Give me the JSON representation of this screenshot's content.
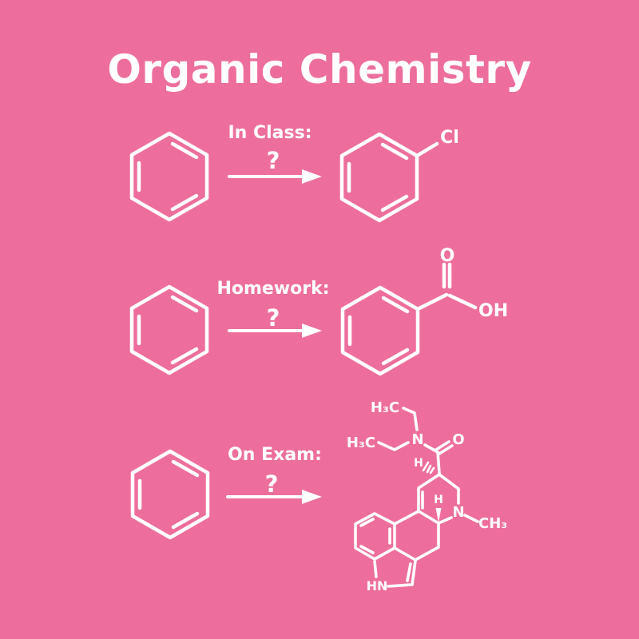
{
  "colors": {
    "background": "#ed6e9d",
    "foreground": "#ffffff"
  },
  "title": "Organic Chemistry",
  "rows": [
    {
      "label": "In Class:",
      "question": "?",
      "reactant": "benzene",
      "product": "chlorobenzene"
    },
    {
      "label": "Homework:",
      "question": "?",
      "reactant": "benzene",
      "product": "benzoic acid"
    },
    {
      "label": "On Exam:",
      "question": "?",
      "reactant": "benzene",
      "product": "LSD"
    }
  ],
  "molecules": {
    "chlorobenzene": {
      "cl": "Cl"
    },
    "benzoic_acid": {
      "o": "O",
      "oh": "OH"
    },
    "lsd": {
      "h3c_top": "H₃C",
      "h3c_left": "H₃C",
      "n_amide": "N",
      "o_carbonyl": "O",
      "h_hashed": "H",
      "h_wedge": "H",
      "n_ring": "N",
      "ch3": "CH₃",
      "hn": "HN"
    }
  }
}
